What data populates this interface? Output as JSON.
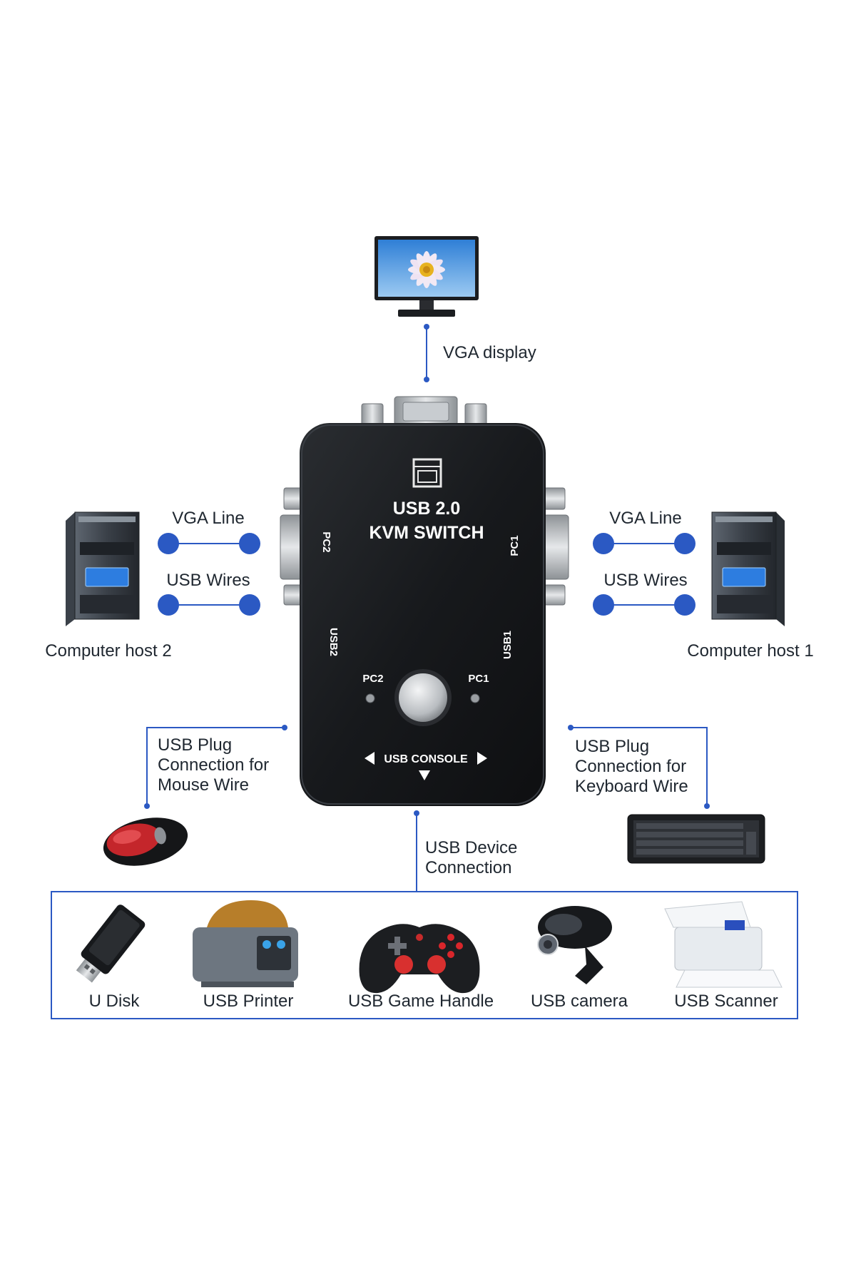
{
  "display": {
    "label": "VGA display"
  },
  "kvm_switch": {
    "model_line1": "USB 2.0",
    "model_line2": "KVM SWITCH",
    "port_pc2": "PC2",
    "port_pc1": "PC1",
    "port_usb2": "USB2",
    "port_usb1": "USB1",
    "led_pc2": "PC2",
    "led_pc1": "PC1",
    "console_label": "USB CONSOLE"
  },
  "host_left": {
    "name": "Computer host 2",
    "vga_line": "VGA Line",
    "usb_wires": "USB Wires"
  },
  "host_right": {
    "name": "Computer host 1",
    "vga_line": "VGA Line",
    "usb_wires": "USB Wires"
  },
  "mouse": {
    "lines": [
      "USB Plug",
      "Connection for",
      "Mouse Wire"
    ]
  },
  "keyboard": {
    "lines": [
      "USB Plug",
      "Connection for",
      "Keyboard Wire"
    ]
  },
  "usb_device": {
    "lines": [
      "USB Device",
      "Connection"
    ]
  },
  "devices": [
    {
      "label": "U Disk",
      "icon": "usb-flash-drive-icon"
    },
    {
      "label": "USB Printer",
      "icon": "printer-icon"
    },
    {
      "label": "USB Game Handle",
      "icon": "gamepad-icon"
    },
    {
      "label": "USB camera",
      "icon": "webcam-icon"
    },
    {
      "label": "USB Scanner",
      "icon": "scanner-icon"
    }
  ],
  "colors": {
    "connector": "#2b59c3",
    "device_body": "#16181b",
    "label_text": "#1f2730"
  }
}
